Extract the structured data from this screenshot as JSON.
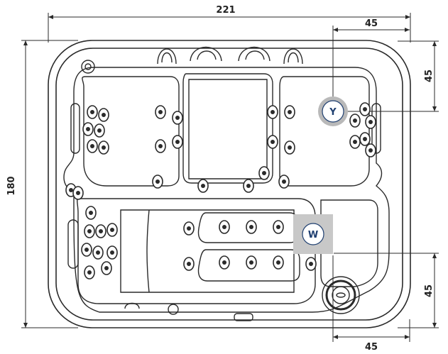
{
  "dimensions": {
    "width": "221",
    "height": "180",
    "y_offset_horizontal": "45",
    "y_offset_vertical": "45",
    "w_offset_vertical": "45",
    "w_offset_horizontal": "45"
  },
  "markers": {
    "y_label": "Y",
    "w_label": "W"
  },
  "colors": {
    "line": "#2a2a2a",
    "marker_ring_y": "#b9b9b9",
    "marker_box_w": "#c8c8c8",
    "marker_fill": "#ffffff",
    "marker_text": "#1f3f70"
  }
}
